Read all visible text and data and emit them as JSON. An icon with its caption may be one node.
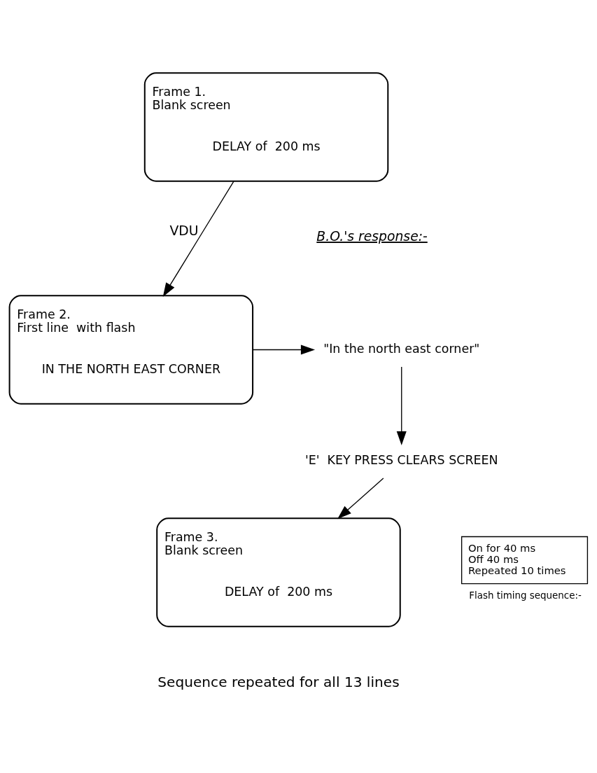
{
  "diagram": {
    "nodes": [
      {
        "text": [
          "Frame 1.",
          "Blank screen",
          "DELAY of  200 ms"
        ]
      },
      {
        "text": [
          "Frame 2.",
          "First line  with flash",
          "IN THE NORTH EAST CORNER"
        ]
      },
      {
        "text": [
          "\"In the north east corner\""
        ]
      },
      {
        "text": [
          "'E'  KEY PRESS CLEARS SCREEN"
        ]
      },
      {
        "text": [
          "Frame 3.",
          "Blank screen",
          "DELAY of  200 ms"
        ]
      },
      {
        "text": [
          "On for 40 ms",
          "Off 40 ms",
          "Repeated 10 times"
        ],
        "beside": [
          "Flash timing sequence:-"
        ]
      }
    ],
    "edges": [
      {
        "from": 0,
        "to": 1,
        "arrow": "to",
        "label": "VDU"
      },
      {
        "from": 1,
        "to": 2,
        "arrow": "to"
      },
      {
        "from": 2,
        "to": 3,
        "arrow": "to"
      },
      {
        "from": 3,
        "to": 4,
        "arrow": "to"
      }
    ],
    "labels": [
      "B.O.'s response:-",
      "Sequence repeated for all 13 lines"
    ]
  }
}
